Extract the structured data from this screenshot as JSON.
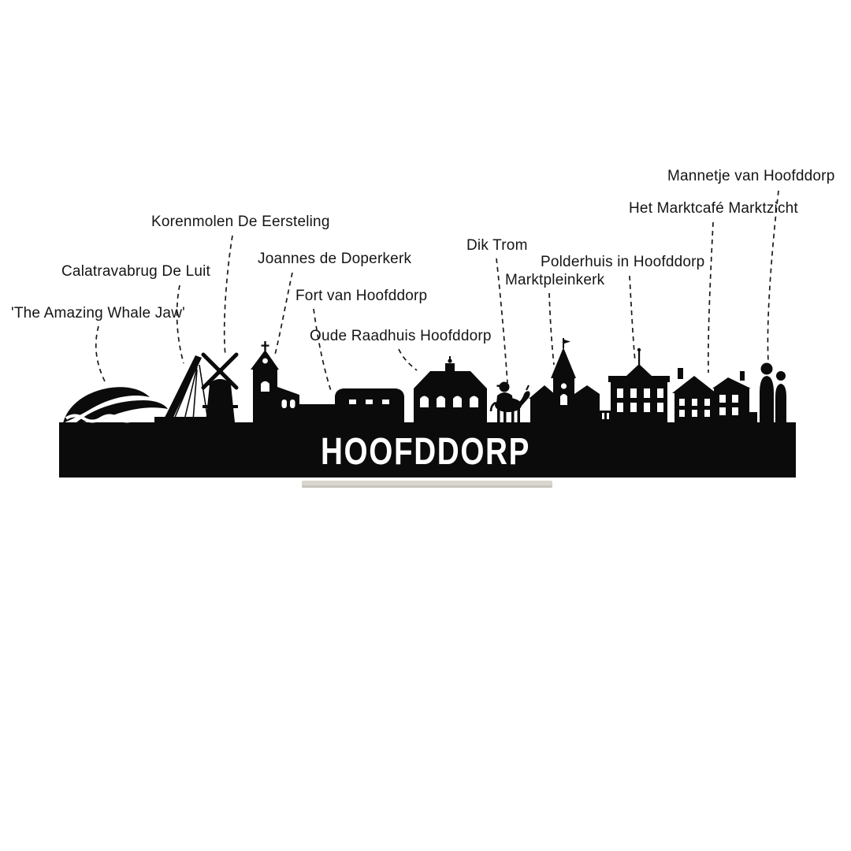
{
  "poster": {
    "city": "HOOFDDORP"
  },
  "labels": {
    "mannetje": "Mannetje van Hoofddorp",
    "marktcafe": "Het Marktcafé Marktzicht",
    "korenmolen": "Korenmolen De Eersteling",
    "dik_trom": "Dik Trom",
    "doperkerk": "Joannes de Doperkerk",
    "polderhuis": "Polderhuis in Hoofddorp",
    "calatravabrug": "Calatravabrug De Luit",
    "marktpleinkerk": "Marktpleinkerk",
    "fort": "Fort van Hoofddorp",
    "whale_jaw": "'The Amazing Whale Jaw'",
    "raadhuis": "Oude Raadhuis Hoofddorp"
  },
  "colors": {
    "silhouette": "#0b0b0b",
    "background": "#ffffff",
    "leader": "#1a1a1a",
    "stand": "#d9d5cf"
  }
}
